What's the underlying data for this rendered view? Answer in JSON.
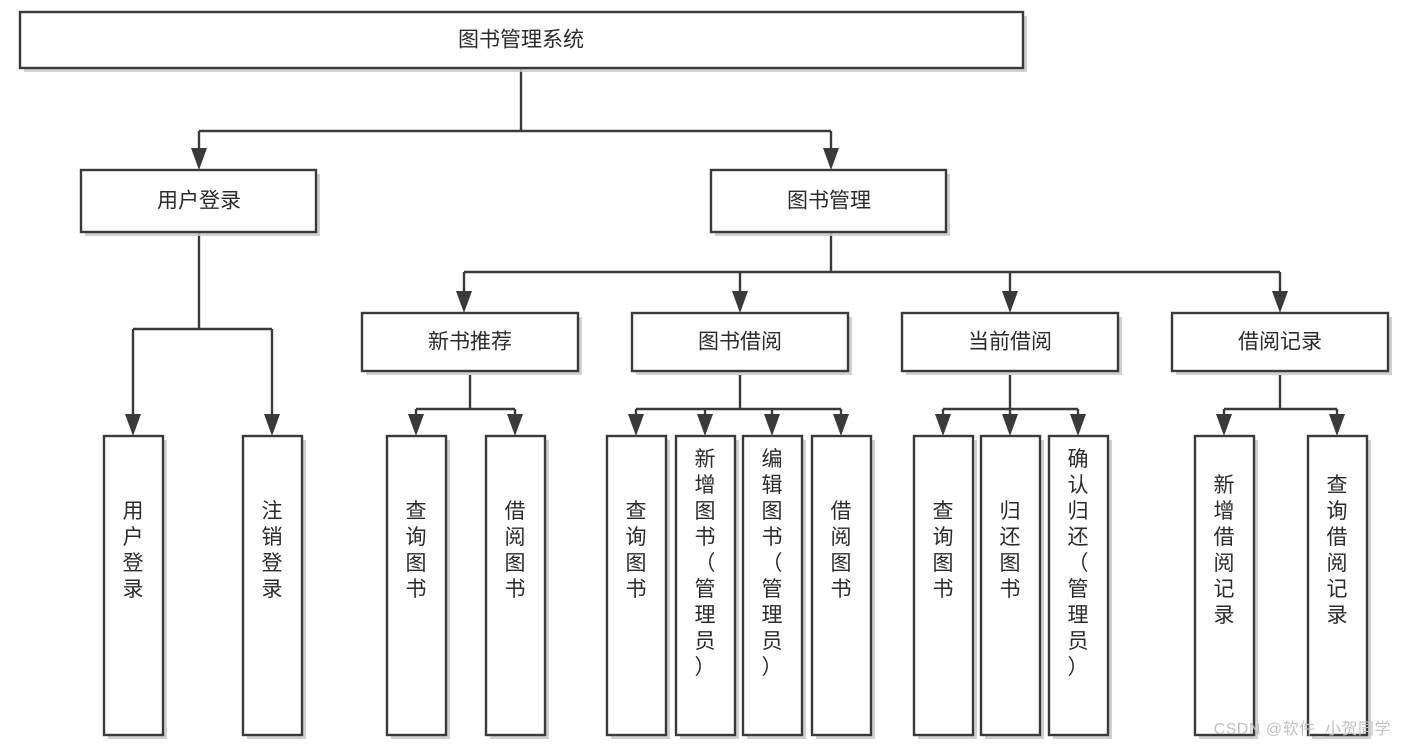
{
  "diagram": {
    "type": "tree",
    "title": "图书管理系统",
    "watermark": "CSDN @软件_小贺同学",
    "colors": {
      "box_stroke": "#3a3a3a",
      "box_fill": "#ffffff",
      "text": "#2b2b2b",
      "watermark": "#c2c2c2",
      "background": "#ffffff"
    },
    "levels": {
      "root": {
        "label": "图书管理系统"
      },
      "level2": [
        {
          "label": "用户登录"
        },
        {
          "label": "图书管理"
        }
      ],
      "level3": [
        {
          "label": "新书推荐"
        },
        {
          "label": "图书借阅"
        },
        {
          "label": "当前借阅"
        },
        {
          "label": "借阅记录"
        }
      ],
      "leaves_user_login": [
        {
          "label": "用户登录"
        },
        {
          "label": "注销登录"
        }
      ],
      "leaves_new_book": [
        {
          "label": "查询图书"
        },
        {
          "label": "借阅图书"
        }
      ],
      "leaves_borrow": [
        {
          "label": "查询图书"
        },
        {
          "label": "新增图书（管理员）"
        },
        {
          "label": "编辑图书（管理员）"
        },
        {
          "label": "借阅图书"
        }
      ],
      "leaves_current": [
        {
          "label": "查询图书"
        },
        {
          "label": "归还图书"
        },
        {
          "label": "确认归还（管理员）"
        }
      ],
      "leaves_record": [
        {
          "label": "新增借阅记录"
        },
        {
          "label": "查询借阅记录"
        }
      ]
    }
  }
}
